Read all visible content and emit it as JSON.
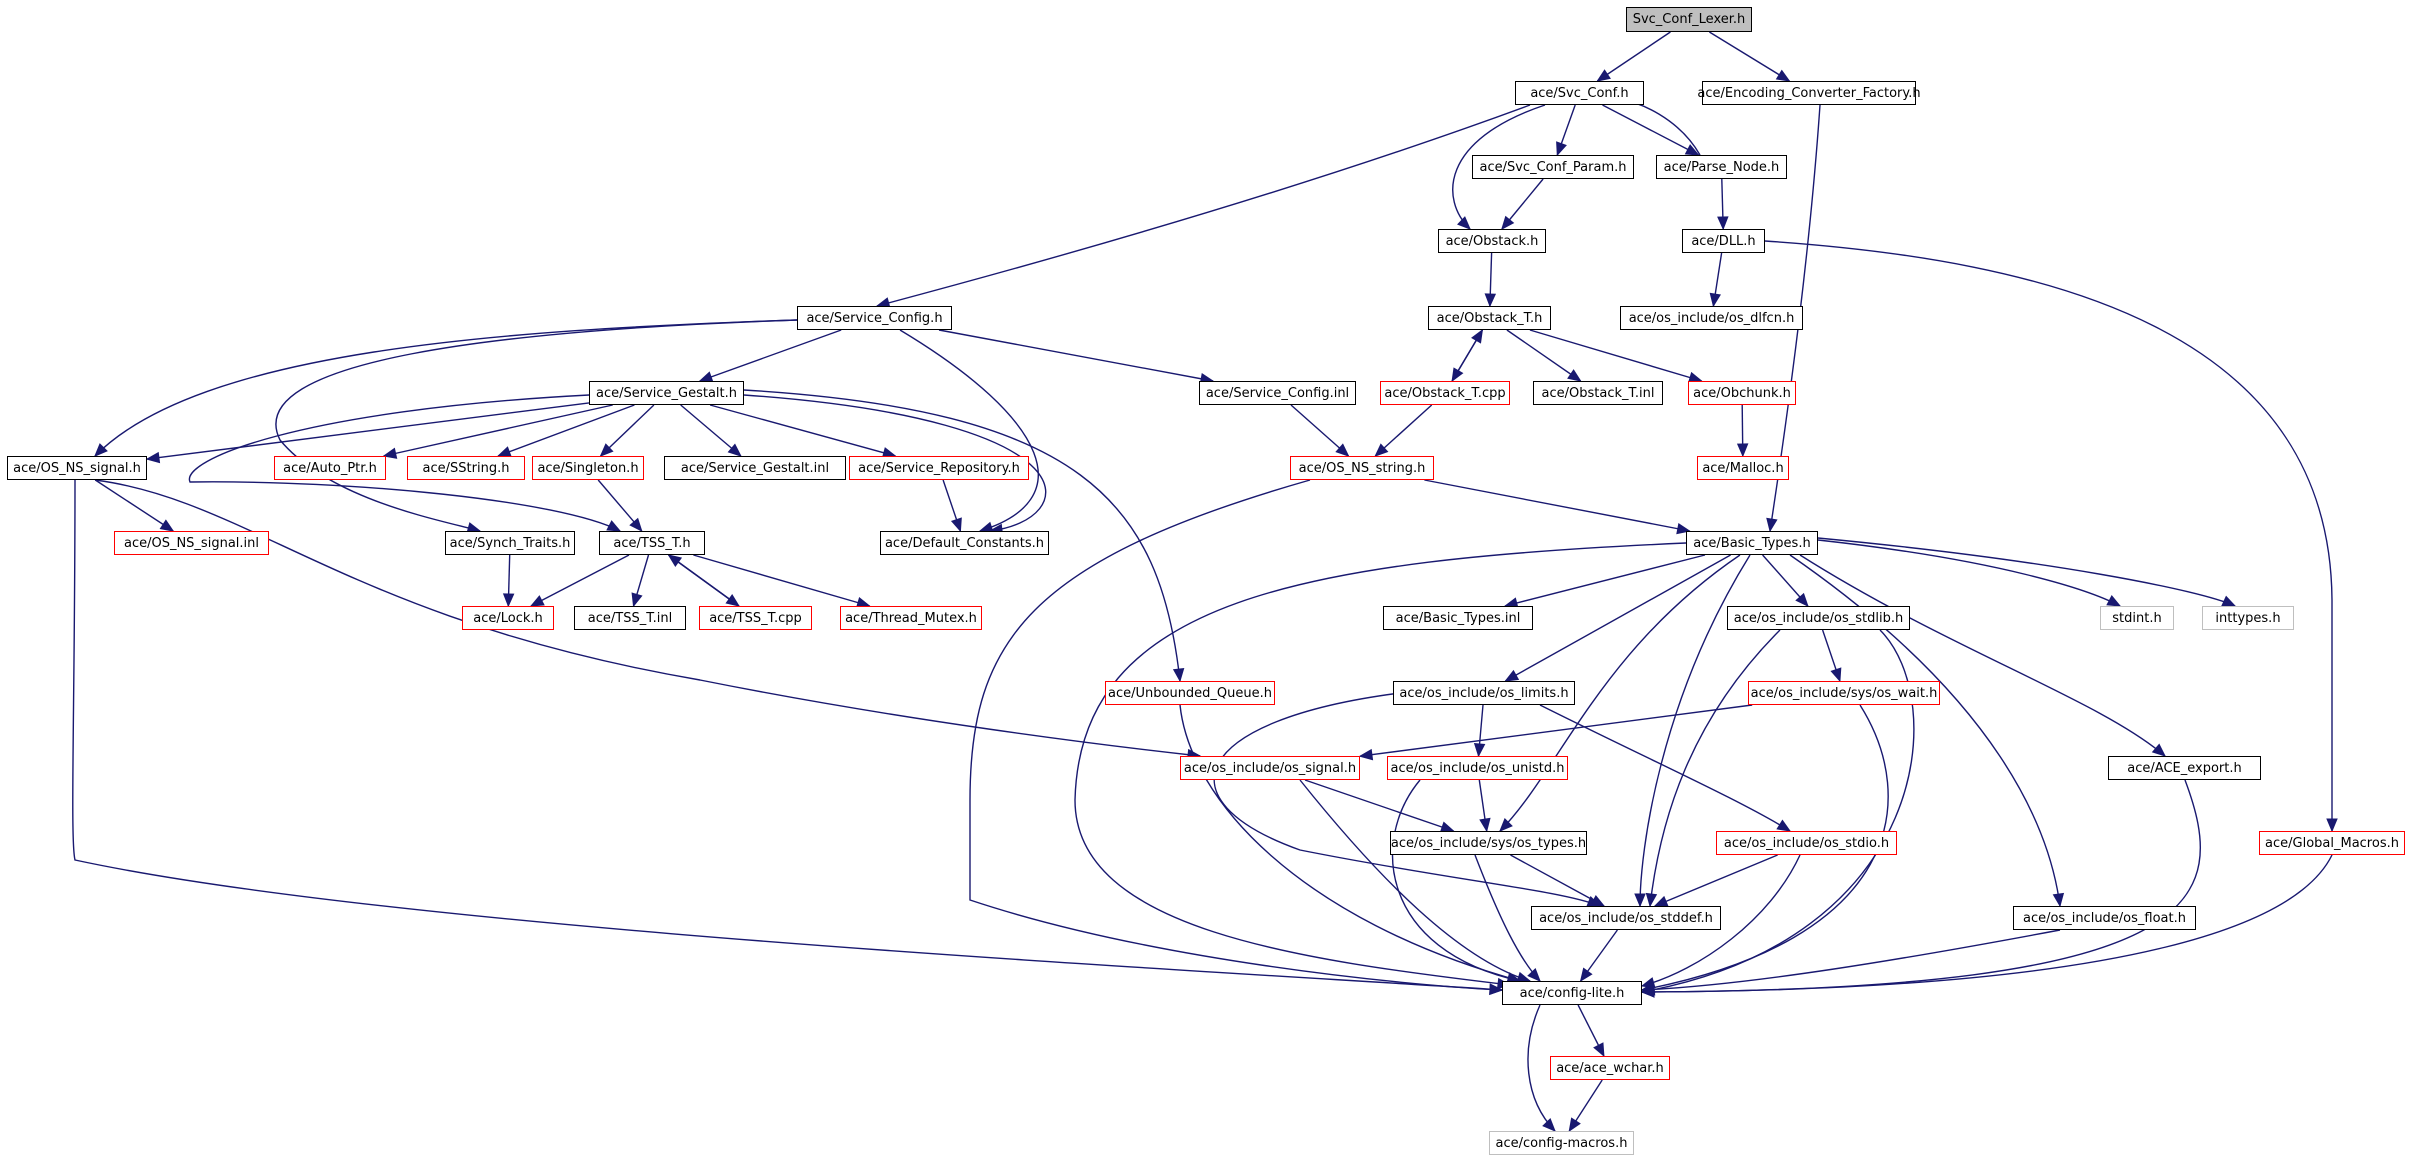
{
  "colors": {
    "edge": "#191970",
    "root_fill": "#bfbfbf",
    "documented_border": "#000000",
    "undocumented_border": "#ff0000",
    "missing_border": "#bfbfbf"
  },
  "nodes": [
    {
      "id": "svc_conf_lexer",
      "label": "Svc_Conf_Lexer.h",
      "kind": "root"
    },
    {
      "id": "svc_conf",
      "label": "ace/Svc_Conf.h",
      "kind": "documented"
    },
    {
      "id": "encoding_conv",
      "label": "ace/Encoding_Converter_Factory.h",
      "kind": "documented"
    },
    {
      "id": "svc_conf_param",
      "label": "ace/Svc_Conf_Param.h",
      "kind": "documented"
    },
    {
      "id": "parse_node",
      "label": "ace/Parse_Node.h",
      "kind": "documented"
    },
    {
      "id": "obstack",
      "label": "ace/Obstack.h",
      "kind": "documented"
    },
    {
      "id": "dll",
      "label": "ace/DLL.h",
      "kind": "documented"
    },
    {
      "id": "service_config",
      "label": "ace/Service_Config.h",
      "kind": "documented"
    },
    {
      "id": "obstack_t",
      "label": "ace/Obstack_T.h",
      "kind": "documented"
    },
    {
      "id": "os_dlfcn",
      "label": "ace/os_include/os_dlfcn.h",
      "kind": "documented"
    },
    {
      "id": "service_gestalt",
      "label": "ace/Service_Gestalt.h",
      "kind": "documented"
    },
    {
      "id": "service_config_inl",
      "label": "ace/Service_Config.inl",
      "kind": "documented"
    },
    {
      "id": "obstack_t_cpp",
      "label": "ace/Obstack_T.cpp",
      "kind": "undocumented"
    },
    {
      "id": "obstack_t_inl",
      "label": "ace/Obstack_T.inl",
      "kind": "documented"
    },
    {
      "id": "obchunk",
      "label": "ace/Obchunk.h",
      "kind": "undocumented"
    },
    {
      "id": "os_ns_signal",
      "label": "ace/OS_NS_signal.h",
      "kind": "documented"
    },
    {
      "id": "auto_ptr",
      "label": "ace/Auto_Ptr.h",
      "kind": "undocumented"
    },
    {
      "id": "sstring",
      "label": "ace/SString.h",
      "kind": "undocumented"
    },
    {
      "id": "singleton",
      "label": "ace/Singleton.h",
      "kind": "undocumented"
    },
    {
      "id": "service_gestalt_inl",
      "label": "ace/Service_Gestalt.inl",
      "kind": "documented"
    },
    {
      "id": "service_repository",
      "label": "ace/Service_Repository.h",
      "kind": "undocumented"
    },
    {
      "id": "os_ns_string",
      "label": "ace/OS_NS_string.h",
      "kind": "undocumented"
    },
    {
      "id": "malloc",
      "label": "ace/Malloc.h",
      "kind": "undocumented"
    },
    {
      "id": "os_ns_signal_inl",
      "label": "ace/OS_NS_signal.inl",
      "kind": "undocumented"
    },
    {
      "id": "synch_traits",
      "label": "ace/Synch_Traits.h",
      "kind": "documented"
    },
    {
      "id": "tss_t",
      "label": "ace/TSS_T.h",
      "kind": "documented"
    },
    {
      "id": "default_constants",
      "label": "ace/Default_Constants.h",
      "kind": "documented"
    },
    {
      "id": "basic_types",
      "label": "ace/Basic_Types.h",
      "kind": "documented"
    },
    {
      "id": "lock",
      "label": "ace/Lock.h",
      "kind": "undocumented"
    },
    {
      "id": "tss_t_inl",
      "label": "ace/TSS_T.inl",
      "kind": "documented"
    },
    {
      "id": "tss_t_cpp",
      "label": "ace/TSS_T.cpp",
      "kind": "undocumented"
    },
    {
      "id": "thread_mutex",
      "label": "ace/Thread_Mutex.h",
      "kind": "undocumented"
    },
    {
      "id": "basic_types_inl",
      "label": "ace/Basic_Types.inl",
      "kind": "documented"
    },
    {
      "id": "os_stdlib",
      "label": "ace/os_include/os_stdlib.h",
      "kind": "documented"
    },
    {
      "id": "stdint",
      "label": "stdint.h",
      "kind": "missing"
    },
    {
      "id": "inttypes",
      "label": "inttypes.h",
      "kind": "missing"
    },
    {
      "id": "unbounded_queue",
      "label": "ace/Unbounded_Queue.h",
      "kind": "undocumented"
    },
    {
      "id": "os_limits",
      "label": "ace/os_include/os_limits.h",
      "kind": "documented"
    },
    {
      "id": "os_wait",
      "label": "ace/os_include/sys/os_wait.h",
      "kind": "undocumented"
    },
    {
      "id": "os_signal",
      "label": "ace/os_include/os_signal.h",
      "kind": "undocumented"
    },
    {
      "id": "os_unistd",
      "label": "ace/os_include/os_unistd.h",
      "kind": "undocumented"
    },
    {
      "id": "ace_export",
      "label": "ace/ACE_export.h",
      "kind": "documented"
    },
    {
      "id": "os_types",
      "label": "ace/os_include/sys/os_types.h",
      "kind": "documented"
    },
    {
      "id": "os_stdio",
      "label": "ace/os_include/os_stdio.h",
      "kind": "undocumented"
    },
    {
      "id": "global_macros",
      "label": "ace/Global_Macros.h",
      "kind": "undocumented"
    },
    {
      "id": "os_stddef",
      "label": "ace/os_include/os_stddef.h",
      "kind": "documented"
    },
    {
      "id": "os_float",
      "label": "ace/os_include/os_float.h",
      "kind": "documented"
    },
    {
      "id": "config_lite",
      "label": "ace/config-lite.h",
      "kind": "documented"
    },
    {
      "id": "ace_wchar",
      "label": "ace/ace_wchar.h",
      "kind": "undocumented"
    },
    {
      "id": "config_macros",
      "label": "ace/config-macros.h",
      "kind": "missing"
    }
  ],
  "edges": [
    [
      "svc_conf_lexer",
      "svc_conf"
    ],
    [
      "svc_conf_lexer",
      "encoding_conv"
    ],
    [
      "svc_conf",
      "svc_conf_param"
    ],
    [
      "svc_conf",
      "parse_node"
    ],
    [
      "svc_conf",
      "obstack"
    ],
    [
      "svc_conf",
      "service_config"
    ],
    [
      "parse_node",
      "svc_conf"
    ],
    [
      "parse_node",
      "dll"
    ],
    [
      "svc_conf_param",
      "obstack"
    ],
    [
      "obstack",
      "obstack_t"
    ],
    [
      "dll",
      "os_dlfcn"
    ],
    [
      "dll",
      "global_macros"
    ],
    [
      "obstack_t",
      "obstack_t_cpp"
    ],
    [
      "obstack_t",
      "obstack_t_inl"
    ],
    [
      "obstack_t",
      "obchunk"
    ],
    [
      "obstack_t_cpp",
      "obstack_t"
    ],
    [
      "obstack_t_cpp",
      "os_ns_string"
    ],
    [
      "obchunk",
      "malloc"
    ],
    [
      "encoding_conv",
      "basic_types"
    ],
    [
      "service_config",
      "service_gestalt"
    ],
    [
      "service_config",
      "service_config_inl"
    ],
    [
      "service_config",
      "os_ns_signal"
    ],
    [
      "service_config",
      "synch_traits"
    ],
    [
      "service_config",
      "default_constants"
    ],
    [
      "service_config_inl",
      "os_ns_string"
    ],
    [
      "service_gestalt",
      "os_ns_signal"
    ],
    [
      "service_gestalt",
      "auto_ptr"
    ],
    [
      "service_gestalt",
      "sstring"
    ],
    [
      "service_gestalt",
      "singleton"
    ],
    [
      "service_gestalt",
      "service_gestalt_inl"
    ],
    [
      "service_gestalt",
      "service_repository"
    ],
    [
      "service_gestalt",
      "default_constants"
    ],
    [
      "service_gestalt",
      "unbounded_queue"
    ],
    [
      "service_gestalt",
      "tss_t"
    ],
    [
      "singleton",
      "tss_t"
    ],
    [
      "service_repository",
      "default_constants"
    ],
    [
      "os_ns_signal",
      "os_ns_signal_inl"
    ],
    [
      "os_ns_signal",
      "os_signal"
    ],
    [
      "os_ns_signal",
      "config_lite"
    ],
    [
      "synch_traits",
      "lock"
    ],
    [
      "tss_t",
      "lock"
    ],
    [
      "tss_t",
      "tss_t_inl"
    ],
    [
      "tss_t",
      "tss_t_cpp"
    ],
    [
      "tss_t",
      "thread_mutex"
    ],
    [
      "tss_t_cpp",
      "tss_t"
    ],
    [
      "os_ns_string",
      "basic_types"
    ],
    [
      "os_ns_string",
      "config_lite"
    ],
    [
      "unbounded_queue",
      "config_lite"
    ],
    [
      "basic_types",
      "basic_types_inl"
    ],
    [
      "basic_types",
      "os_limits"
    ],
    [
      "basic_types",
      "os_stdlib"
    ],
    [
      "basic_types",
      "stdint"
    ],
    [
      "basic_types",
      "inttypes"
    ],
    [
      "basic_types",
      "ace_export"
    ],
    [
      "basic_types",
      "os_float"
    ],
    [
      "basic_types",
      "os_types"
    ],
    [
      "basic_types",
      "os_stddef"
    ],
    [
      "basic_types",
      "config_lite"
    ],
    [
      "os_stdlib",
      "os_wait"
    ],
    [
      "os_stdlib",
      "os_stddef"
    ],
    [
      "os_stdlib",
      "config_lite"
    ],
    [
      "os_wait",
      "os_signal"
    ],
    [
      "os_wait",
      "config_lite"
    ],
    [
      "os_limits",
      "os_unistd"
    ],
    [
      "os_limits",
      "os_stdio"
    ],
    [
      "os_limits",
      "os_stddef"
    ],
    [
      "os_signal",
      "os_types"
    ],
    [
      "os_signal",
      "config_lite"
    ],
    [
      "os_unistd",
      "os_types"
    ],
    [
      "os_unistd",
      "config_lite"
    ],
    [
      "os_types",
      "os_stddef"
    ],
    [
      "os_types",
      "config_lite"
    ],
    [
      "os_stdio",
      "os_stddef"
    ],
    [
      "os_stdio",
      "config_lite"
    ],
    [
      "os_stddef",
      "config_lite"
    ],
    [
      "os_float",
      "config_lite"
    ],
    [
      "ace_export",
      "config_lite"
    ],
    [
      "global_macros",
      "config_lite"
    ],
    [
      "config_lite",
      "ace_wchar"
    ],
    [
      "config_lite",
      "config_macros"
    ],
    [
      "ace_wchar",
      "config_macros"
    ]
  ]
}
